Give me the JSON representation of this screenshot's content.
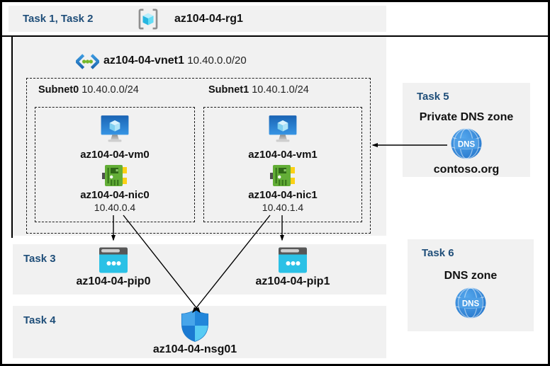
{
  "colors": {
    "task_label_blue": "#1f4e79",
    "panel_gray": "#f1f1f1",
    "azure_blue": "#2e86d6",
    "nic_green": "#63ae37",
    "pip_cyan": "#2bc1e6",
    "arrow_black": "#000000"
  },
  "header": {
    "tasks_label": "Task 1, Task 2",
    "resource_group": "az104-04-rg1"
  },
  "vnet": {
    "name": "az104-04-vnet1",
    "cidr": "10.40.0.0/20",
    "subnets": [
      {
        "name": "Subnet0",
        "cidr": "10.40.0.0/24",
        "vm": "az104-04-vm0",
        "nic": "az104-04-nic0",
        "nic_ip": "10.40.0.4"
      },
      {
        "name": "Subnet1",
        "cidr": "10.40.1.0/24",
        "vm": "az104-04-vm1",
        "nic": "az104-04-nic1",
        "nic_ip": "10.40.1.4"
      }
    ]
  },
  "task3": {
    "label": "Task 3",
    "pip0": "az104-04-pip0",
    "pip1": "az104-04-pip1"
  },
  "task4": {
    "label": "Task 4",
    "nsg": "az104-04-nsg01"
  },
  "task5": {
    "label": "Task 5",
    "title": "Private DNS zone",
    "zone_name": "contoso.org",
    "dns_icon_text": "DNS"
  },
  "task6": {
    "label": "Task 6",
    "title": "DNS zone",
    "dns_icon_text": "DNS"
  }
}
